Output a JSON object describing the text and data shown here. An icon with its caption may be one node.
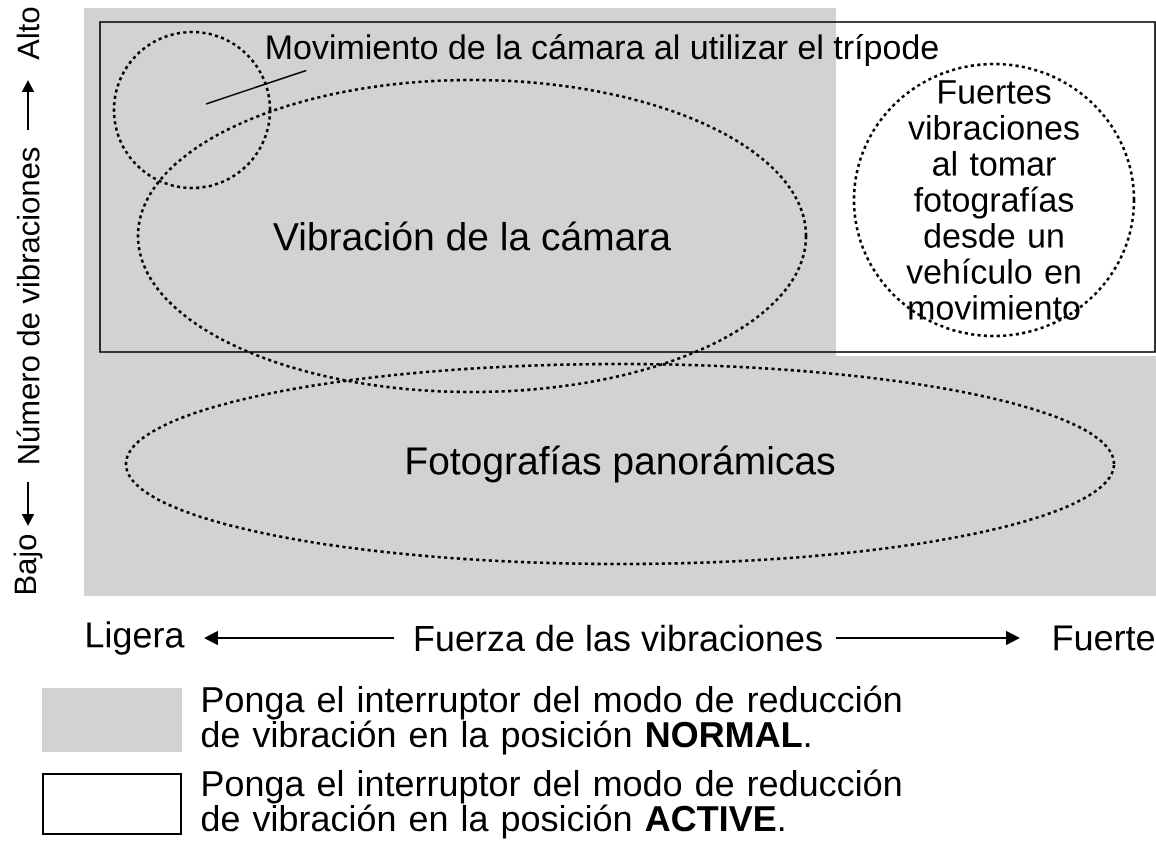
{
  "diagram": {
    "nodes": [
      {
        "text": [
          "Movimiento de la cámara al utilizar el trípode"
        ]
      },
      {
        "text": [],
        "shape": "circle"
      },
      {
        "text": [
          "Vibración de la cámara"
        ]
      },
      {
        "text": [
          "Fuertes vibraciones al tomar fotografías desde un vehículo en movimiento"
        ]
      },
      {
        "text": [
          "Fotografías panorámicas"
        ]
      }
    ],
    "edges": [
      {
        "from": 0,
        "to": 1,
        "arrow": "none"
      }
    ],
    "labels": [
      "Alto",
      "Número de vibraciones",
      "Bajo",
      "Ligera",
      "Fuerza de las vibraciones",
      "Fuerte"
    ],
    "legend": [
      {
        "text": "Ponga el interruptor del modo de reducción de vibración en la posición **NORMAL**.",
        "color": "#d1d2d4"
      },
      {
        "text": "Ponga el interruptor del modo de reducción de vibración en la posición **ACTIVE**."
      }
    ]
  }
}
